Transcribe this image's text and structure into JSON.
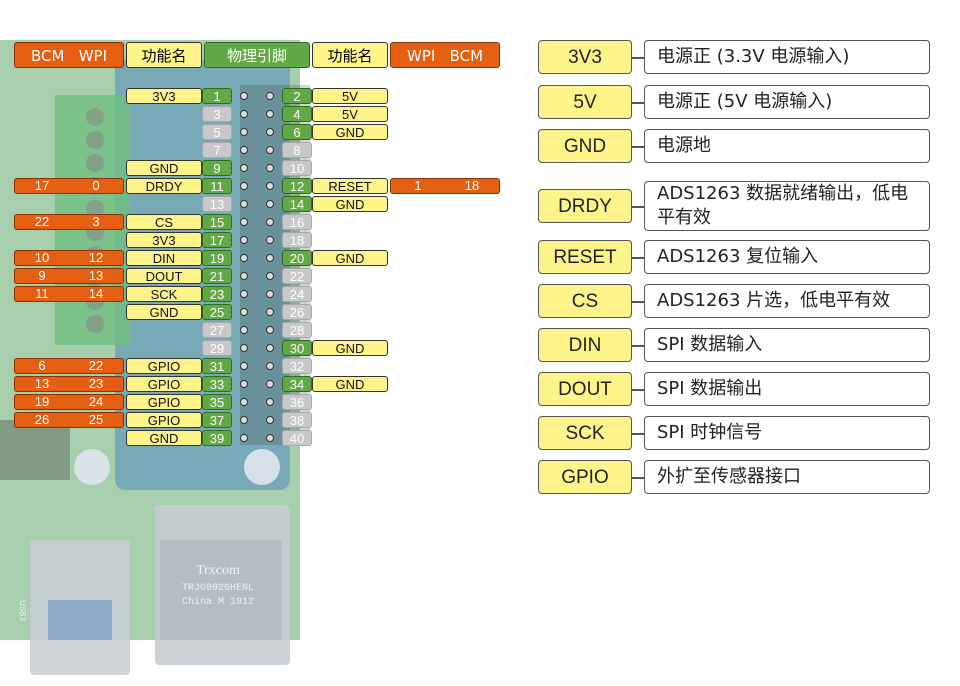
{
  "header": {
    "left_bcm": "BCM",
    "left_wpi": "WPI",
    "left_func": "功能名",
    "physical": "物理引脚",
    "right_func": "功能名",
    "right_wpi": "WPI",
    "right_bcm": "BCM"
  },
  "pins": [
    {
      "n": "1",
      "func": "3V3"
    },
    {
      "n": "2",
      "func": "5V"
    },
    {
      "n": "3"
    },
    {
      "n": "4",
      "func": "5V"
    },
    {
      "n": "5"
    },
    {
      "n": "6",
      "func": "GND"
    },
    {
      "n": "7"
    },
    {
      "n": "8"
    },
    {
      "n": "9",
      "func": "GND"
    },
    {
      "n": "10"
    },
    {
      "n": "11",
      "func": "DRDY",
      "bcm": "17",
      "wpi": "0"
    },
    {
      "n": "12",
      "func": "RESET",
      "wpi": "1",
      "bcm": "18"
    },
    {
      "n": "13"
    },
    {
      "n": "14",
      "func": "GND"
    },
    {
      "n": "15",
      "func": "CS",
      "bcm": "22",
      "wpi": "3"
    },
    {
      "n": "16"
    },
    {
      "n": "17",
      "func": "3V3"
    },
    {
      "n": "18"
    },
    {
      "n": "19",
      "func": "DIN",
      "bcm": "10",
      "wpi": "12"
    },
    {
      "n": "20",
      "func": "GND"
    },
    {
      "n": "21",
      "func": "DOUT",
      "bcm": "9",
      "wpi": "13"
    },
    {
      "n": "22"
    },
    {
      "n": "23",
      "func": "SCK",
      "bcm": "11",
      "wpi": "14"
    },
    {
      "n": "24"
    },
    {
      "n": "25",
      "func": "GND"
    },
    {
      "n": "26"
    },
    {
      "n": "27"
    },
    {
      "n": "28"
    },
    {
      "n": "29"
    },
    {
      "n": "30",
      "func": "GND"
    },
    {
      "n": "31",
      "func": "GPIO",
      "bcm": "6",
      "wpi": "22"
    },
    {
      "n": "32"
    },
    {
      "n": "33",
      "func": "GPIO",
      "bcm": "13",
      "wpi": "23"
    },
    {
      "n": "34",
      "func": "GND"
    },
    {
      "n": "35",
      "func": "GPIO",
      "bcm": "19",
      "wpi": "24"
    },
    {
      "n": "36"
    },
    {
      "n": "37",
      "func": "GPIO",
      "bcm": "26",
      "wpi": "25"
    },
    {
      "n": "38"
    },
    {
      "n": "39",
      "func": "GND"
    },
    {
      "n": "40"
    }
  ],
  "legend": [
    {
      "key": "3V3",
      "desc": "电源正 (3.3V 电源输入)"
    },
    {
      "key": "5V",
      "desc": "电源正 (5V 电源输入)"
    },
    {
      "key": "GND",
      "desc": "电源地"
    },
    {
      "key": "DRDY",
      "desc": "ADS1263 数据就绪输出，低电平有效"
    },
    {
      "key": "RESET",
      "desc": "ADS1263 复位输入"
    },
    {
      "key": "CS",
      "desc": "ADS1263 片选，低电平有效"
    },
    {
      "key": "DIN",
      "desc": "SPI 数据输入"
    },
    {
      "key": "DOUT",
      "desc": "SPI 数据输出"
    },
    {
      "key": "SCK",
      "desc": "SPI 时钟信号"
    },
    {
      "key": "GPIO",
      "desc": "外扩至传感器接口"
    }
  ],
  "board_text": {
    "eth_brand": "Trxcom",
    "eth_part": "TRJG0926HENL",
    "eth_origin": "China M 1912",
    "usb_label": "USB3"
  },
  "colors": {
    "yellow": "#fff48a",
    "green": "#62a844",
    "orange": "#e55f12",
    "gray": "#c8c8c8",
    "board_green": "#5fa66a",
    "hat_blue": "#3f7fc0"
  }
}
